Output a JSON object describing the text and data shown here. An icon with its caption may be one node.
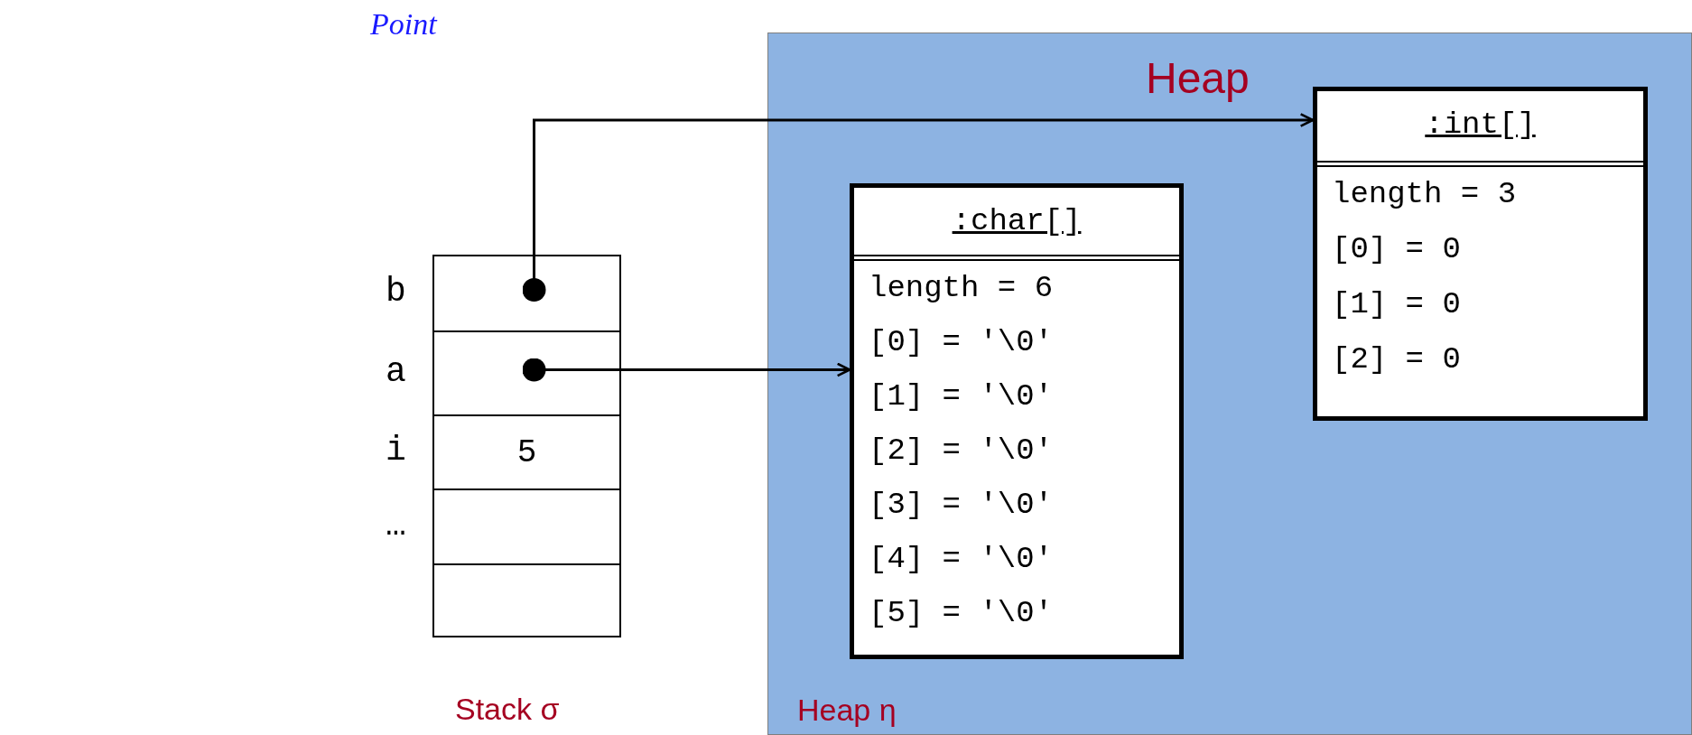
{
  "diagram": {
    "nodes": [
      {
        "text": [
          "Heap",
          "Heap η"
        ]
      },
      {
        "text": [
          ":char[]",
          "length = 6",
          "[0] = '\\0'",
          "[1] = '\\0'",
          "[2] = '\\0'",
          "[3] = '\\0'",
          "[4] = '\\0'",
          "[5] = '\\0'"
        ],
        "in": 0
      },
      {
        "text": [
          ":int[]",
          "length = 3",
          "[0] = 0",
          "[1] = 0",
          "[2] = 0"
        ],
        "in": 0
      },
      {
        "text": [],
        "shape": "box",
        "beside": [
          "b"
        ]
      },
      {
        "text": [],
        "shape": "box",
        "beside": [
          "a"
        ]
      },
      {
        "text": [
          "5"
        ],
        "beside": [
          "i"
        ]
      },
      {
        "text": [],
        "shape": "box",
        "beside": [
          "…"
        ]
      },
      {
        "text": [],
        "shape": "box"
      }
    ],
    "edges": [
      {
        "from": 3,
        "to": 2,
        "arrow": "to"
      },
      {
        "from": 4,
        "to": 1,
        "arrow": "to"
      }
    ],
    "labels": [
      "Point",
      "Stack σ"
    ]
  }
}
